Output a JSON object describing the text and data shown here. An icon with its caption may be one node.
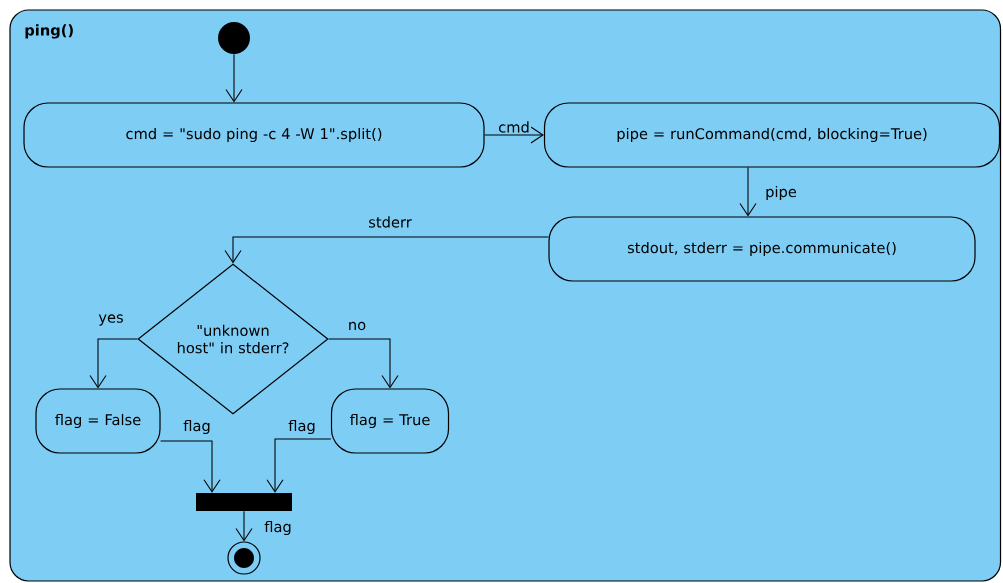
{
  "diagram": {
    "nodes": [
      {
        "text": [
          "ping()"
        ]
      },
      {
        "text": [],
        "shape": "circle",
        "in": 0
      },
      {
        "text": [
          "cmd = \"sudo ping -c 4 -W 1\".split()"
        ],
        "in": 0
      },
      {
        "text": [
          "pipe = runCommand(cmd, blocking=True)"
        ],
        "in": 0
      },
      {
        "text": [
          "stdout, stderr = pipe.communicate()"
        ],
        "in": 0
      },
      {
        "text": [
          "\"unknown host\" in stderr?"
        ],
        "in": 0
      },
      {
        "text": [
          "flag = False"
        ],
        "in": 0
      },
      {
        "text": [
          "flag = True"
        ],
        "in": 0
      },
      {
        "text": [],
        "shape": "bar",
        "in": 0
      },
      {
        "text": [],
        "shape": "circle",
        "in": 0
      }
    ],
    "edges": [
      {
        "from": 1,
        "to": 2,
        "arrow": "to"
      },
      {
        "from": 2,
        "to": 3,
        "arrow": "to",
        "label": "cmd"
      },
      {
        "from": 3,
        "to": 4,
        "arrow": "to",
        "label": "pipe"
      },
      {
        "from": 4,
        "to": 5,
        "arrow": "to",
        "label": "stderr"
      },
      {
        "from": 5,
        "to": 6,
        "arrow": "to",
        "label": "yes"
      },
      {
        "from": 5,
        "to": 7,
        "arrow": "to",
        "label": "no"
      },
      {
        "from": 6,
        "to": 8,
        "arrow": "to",
        "label": "flag"
      },
      {
        "from": 7,
        "to": 8,
        "arrow": "to",
        "label": "flag"
      },
      {
        "from": 8,
        "to": 9,
        "arrow": "to",
        "label": "flag"
      }
    ]
  }
}
